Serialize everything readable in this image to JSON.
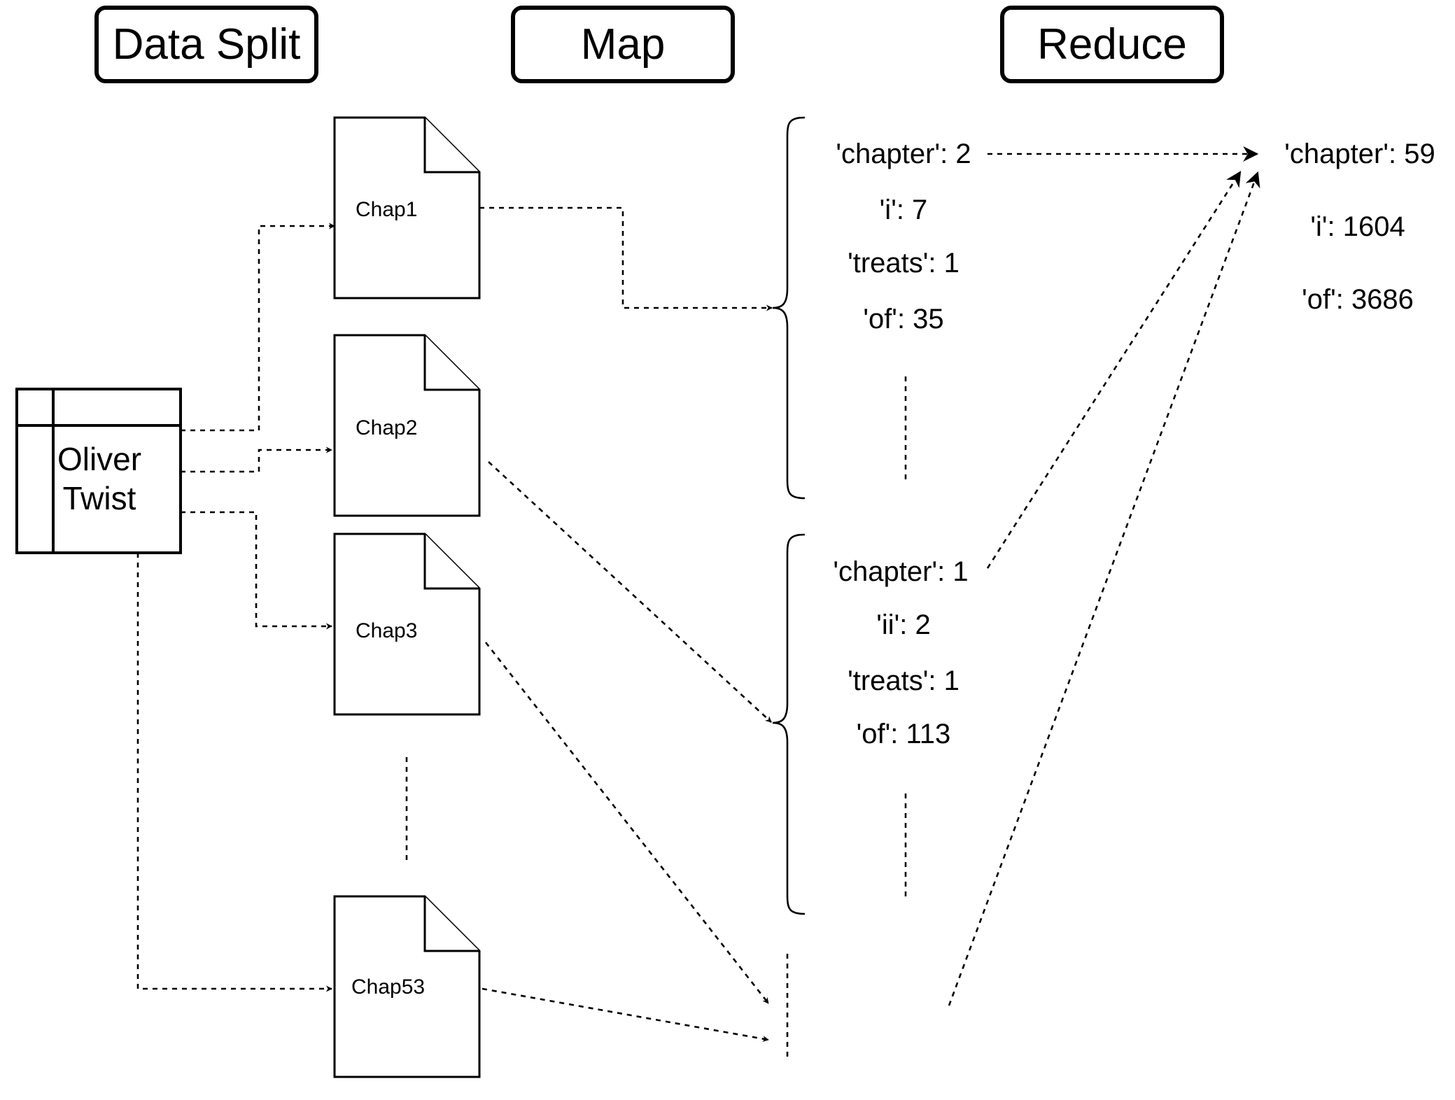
{
  "headers": {
    "split": "Data Split",
    "map": "Map",
    "reduce": "Reduce"
  },
  "source": {
    "line1": "Oliver",
    "line2": "Twist"
  },
  "documents": [
    "Chap1",
    "Chap2",
    "Chap3",
    "Chap53"
  ],
  "map_outputs": [
    [
      "'chapter': 2",
      "'i': 7",
      "'treats': 1",
      "'of': 35"
    ],
    [
      "'chapter': 1",
      "'ii': 2",
      "'treats': 1",
      "'of': 113"
    ]
  ],
  "reduce_output": [
    "'chapter': 59",
    "'i': 1604",
    "'of': 3686"
  ]
}
